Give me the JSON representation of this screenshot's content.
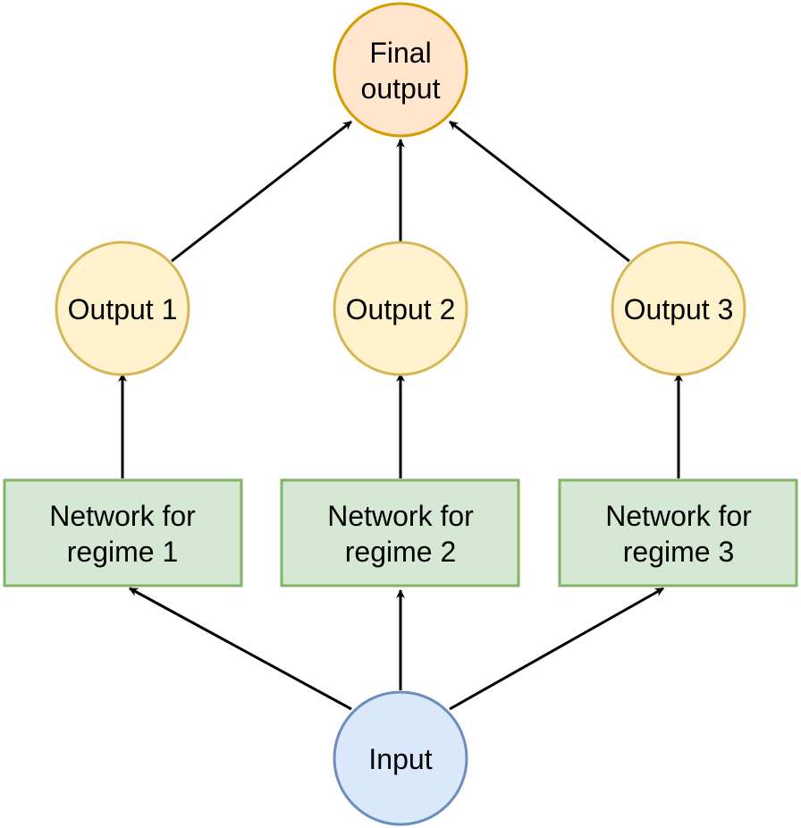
{
  "nodes": {
    "final_output": {
      "line1": "Final",
      "line2": "output"
    },
    "output1": {
      "label": "Output 1"
    },
    "output2": {
      "label": "Output 2"
    },
    "output3": {
      "label": "Output 3"
    },
    "network1": {
      "line1": "Network for",
      "line2": "regime 1"
    },
    "network2": {
      "line1": "Network for",
      "line2": "regime 2"
    },
    "network3": {
      "line1": "Network for",
      "line2": "regime 3"
    },
    "input": {
      "label": "Input"
    }
  },
  "colors": {
    "final_fill": "#ffe6cc",
    "final_stroke": "#d79b00",
    "output_fill": "#fff2cc",
    "output_stroke": "#d6b656",
    "network_fill": "#d5e8d4",
    "network_stroke": "#82b366",
    "input_fill": "#dae8fc",
    "input_stroke": "#6c8ebf",
    "edge": "#000000"
  }
}
